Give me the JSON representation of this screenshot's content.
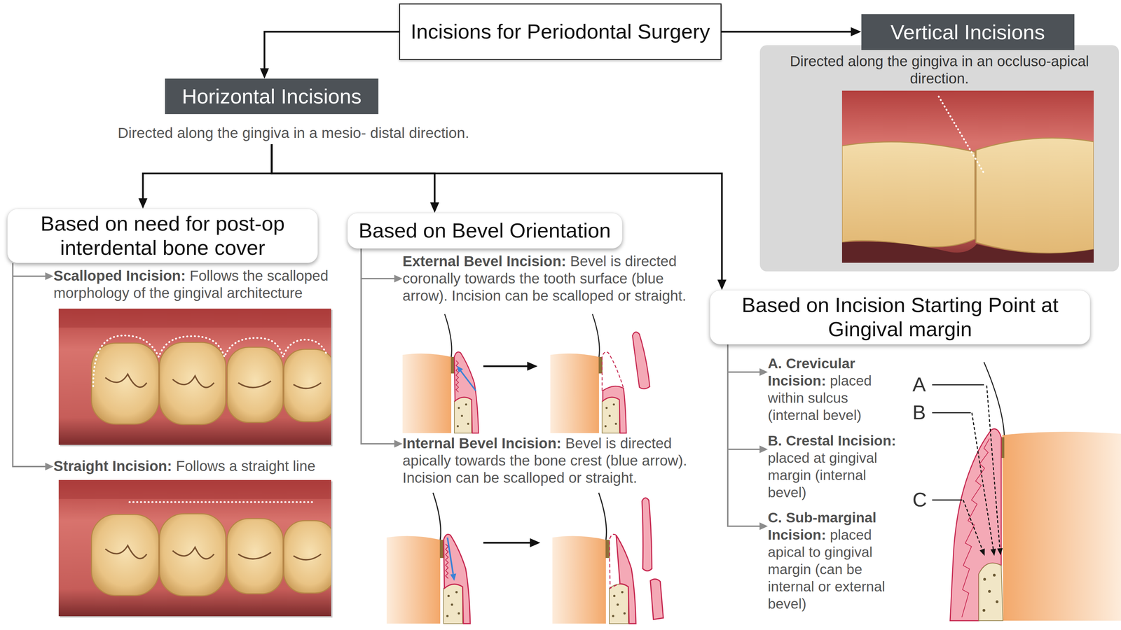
{
  "diagram": {
    "nodes": [
      {
        "text": [
          "Incisions for Periodontal Surgery"
        ]
      },
      {
        "text": [
          "Horizontal Incisions",
          "Directed along the gingiva in a mesio- distal direction."
        ]
      },
      {
        "text": [
          "Vertical Incisions",
          "Directed along the gingiva in an occluso-apical direction."
        ]
      },
      {
        "text": [
          "Based on need for post-op interdental bone cover"
        ]
      },
      {
        "text": [
          "Based on Bevel Orientation"
        ]
      },
      {
        "text": [
          "Based on Incision Starting Point at Gingival margin"
        ]
      },
      {
        "text": [
          "Scalloped Incision:",
          "Follows the scalloped morphology of the gingival architecture"
        ]
      },
      {
        "text": [
          "Straight Incision:",
          "Follows a straight line"
        ]
      },
      {
        "text": [
          "External Bevel Incision:",
          "Bevel is directed coronally towards the tooth surface (blue arrow). Incision can be scalloped or straight."
        ]
      },
      {
        "text": [
          "Internal Bevel Incision:",
          "Bevel is directed apically towards the bone crest (blue arrow). Incision can be scalloped or straight."
        ]
      },
      {
        "text": [
          "A. Crevicular Incision:",
          "placed within sulcus (internal bevel)"
        ]
      },
      {
        "text": [
          "B. Crestal Incision:",
          "placed at gingival margin (internal bevel)"
        ]
      },
      {
        "text": [
          "C. Sub-marginal Incision:",
          "placed apical to gingival margin (can be internal or external bevel)"
        ]
      }
    ],
    "edges": [
      {
        "from": 0,
        "to": 1,
        "arrow": "to"
      },
      {
        "from": 0,
        "to": 2,
        "arrow": "to"
      },
      {
        "from": 1,
        "to": 3,
        "arrow": "to"
      },
      {
        "from": 1,
        "to": 4,
        "arrow": "to"
      },
      {
        "from": 1,
        "to": 5,
        "arrow": "to"
      },
      {
        "from": 3,
        "to": 6,
        "arrow": "to"
      },
      {
        "from": 3,
        "to": 7,
        "arrow": "to"
      },
      {
        "from": 4,
        "to": 8,
        "arrow": "to"
      },
      {
        "from": 4,
        "to": 9,
        "arrow": "to"
      },
      {
        "from": 5,
        "to": 10,
        "arrow": "to"
      },
      {
        "from": 5,
        "to": 11,
        "arrow": "to"
      },
      {
        "from": 5,
        "to": 12,
        "arrow": "to"
      }
    ],
    "labels": [
      "A",
      "B",
      "C"
    ]
  }
}
